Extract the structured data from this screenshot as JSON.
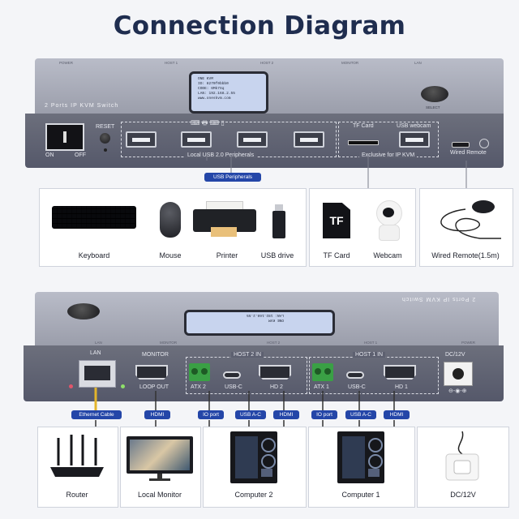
{
  "title": "Connection Diagram",
  "front": {
    "top_labels": [
      "POWER",
      "HOST 1",
      "HOST 2",
      "MONITOR",
      "LAN"
    ],
    "brand": "2 Ports IP KVM Switch",
    "lcd_lines": [
      "ONE KVM",
      "ID: 8270f0bbb0",
      "CODE: 6Mk7Xq",
      "LAN: 192.168.2.55",
      "www.oneskvm.com"
    ],
    "select": "SELECT",
    "on": "ON",
    "off": "OFF",
    "reset": "RESET",
    "local_usb": "Local USB 2.0 Peripherals",
    "tf_card": "TF Card",
    "usb_webcam": "USB webcam",
    "exclusive": "Exclusive for IP KVM",
    "wired_remote": "Wired Remote"
  },
  "usb_pill": "USB Peripherals",
  "peripherals": [
    {
      "label": "Keyboard",
      "icon": "keyboard-icon"
    },
    {
      "label": "Mouse",
      "icon": "mouse-icon"
    },
    {
      "label": "Printer",
      "icon": "printer-icon"
    },
    {
      "label": "USB drive",
      "icon": "usb-drive-icon"
    }
  ],
  "exclusive_items": [
    {
      "label": "TF Card",
      "icon": "tf-card-icon",
      "text": "TF"
    },
    {
      "label": "Webcam",
      "icon": "webcam-icon"
    }
  ],
  "remote_label": "Wired Remote(1.5m)",
  "rear": {
    "brand": "2 Ports IP KVM Switch",
    "top_labels": [
      "LAN",
      "MONITOR",
      "HOST 2",
      "HOST 1",
      "POWER"
    ],
    "lan": "LAN",
    "monitor": "MONITOR",
    "loop_out": "LOOP OUT",
    "host2_in": "HOST 2 IN",
    "host1_in": "HOST 1 IN",
    "atx2": "ATX 2",
    "atx1": "ATX 1",
    "usbc": "USB-C",
    "hd2": "HD 2",
    "hd1": "HD 1",
    "dc": "DC/12V"
  },
  "cable_pills": [
    "Ethernet Cable",
    "HDMI",
    "IO port",
    "USB A-C",
    "HDMI",
    "IO port",
    "USB A-C",
    "HDMI"
  ],
  "targets": [
    {
      "label": "Router",
      "icon": "router-icon"
    },
    {
      "label": "Local Monitor",
      "icon": "monitor-icon"
    },
    {
      "label": "Computer 2",
      "icon": "pc-tower-icon"
    },
    {
      "label": "Computer 1",
      "icon": "pc-tower-icon"
    },
    {
      "label": "DC/12V",
      "icon": "power-adapter-icon"
    }
  ],
  "colors": {
    "title": "#1f2d4f",
    "pill": "#2446a8",
    "terminal": "#3aa045"
  }
}
